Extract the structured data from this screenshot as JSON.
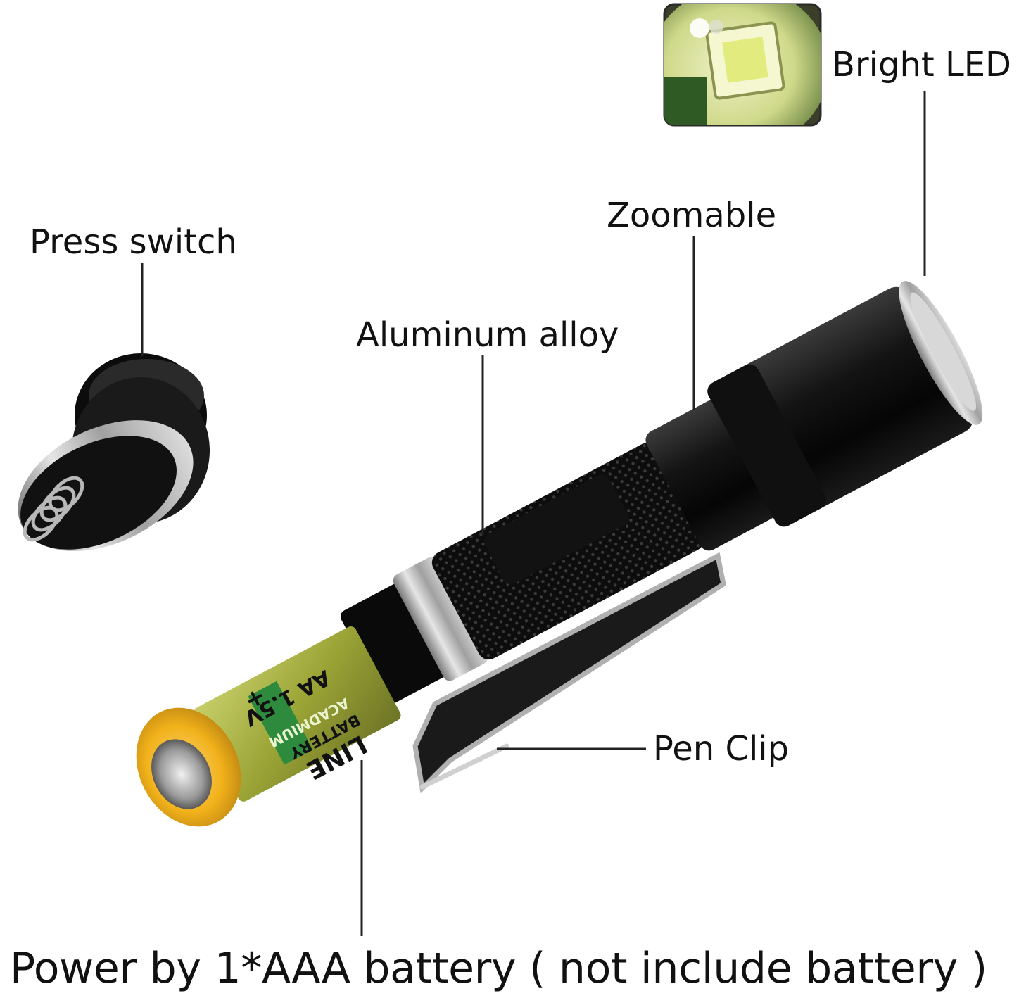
{
  "callouts": {
    "press_switch": "Press switch",
    "zoomable": "Zoomable",
    "aluminum_alloy": "Aluminum alloy",
    "bright_led": "Bright LED",
    "pen_clip": "Pen Clip",
    "power": "Power by 1*AAA battery ( not include battery )"
  },
  "battery_print": {
    "voltage": "AA 1.5V",
    "chemistry": "ACADMIUM",
    "type": "BATTERY",
    "brand": "LINE",
    "polarity": "+"
  },
  "colors": {
    "background": "#ffffff",
    "body": "#111111",
    "battery_label": "#9aa335",
    "battery_cap": "#f2b21b",
    "led_panel": "#dfe6a0",
    "leader_line": "#222222",
    "chrome": "#c8c8c8"
  }
}
